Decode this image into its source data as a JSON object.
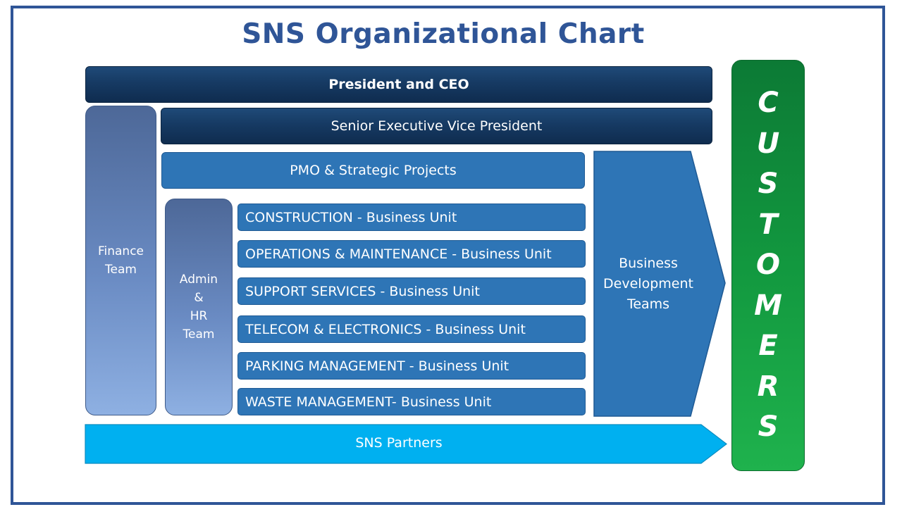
{
  "title": "SNS Organizational Chart",
  "president": "President and CEO",
  "senior_evp": "Senior Executive Vice President",
  "pmo": "PMO & Strategic Projects",
  "finance": {
    "line1": "Finance",
    "line2": "Team"
  },
  "admin": {
    "line1": "Admin",
    "line2": "&",
    "line3": "HR",
    "line4": "Team"
  },
  "business_units": [
    "CONSTRUCTION - Business Unit",
    "OPERATIONS & MAINTENANCE - Business Unit",
    "SUPPORT SERVICES - Business Unit",
    "TELECOM & ELECTRONICS - Business Unit",
    "PARKING MANAGEMENT - Business Unit",
    "WASTE MANAGEMENT- Business Unit"
  ],
  "business_dev": {
    "line1": "Business",
    "line2": "Development",
    "line3": "Teams"
  },
  "partners": "SNS Partners",
  "customers": [
    "C",
    "U",
    "S",
    "T",
    "O",
    "M",
    "E",
    "R",
    "S"
  ],
  "colors": {
    "title": "#2f5597",
    "dark_blue": "#163a63",
    "mid_blue": "#2e75b6",
    "partners": "#00b0f0",
    "customers_green": "#12983f",
    "frame": "#2f5597"
  }
}
